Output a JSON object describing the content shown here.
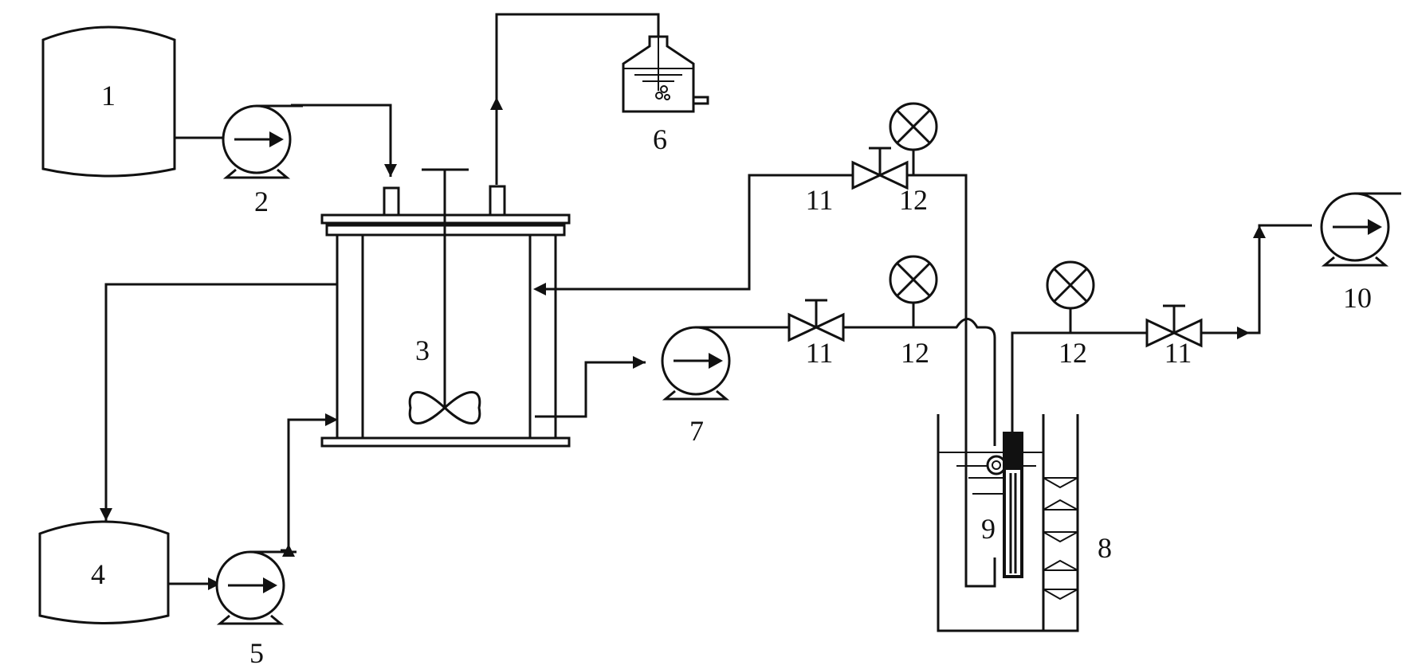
{
  "labels": {
    "tank_1": "1",
    "pump_2": "2",
    "reactor_3": "3",
    "tank_4": "4",
    "pump_5": "5",
    "absorption_bottle_6": "6",
    "pump_7": "7",
    "water_bath_8": "8",
    "membrane_module_9": "9",
    "pump_10": "10",
    "valve_11": "11",
    "gauge_12": "12"
  },
  "colors": {
    "line": "#111111",
    "background": "#ffffff"
  }
}
